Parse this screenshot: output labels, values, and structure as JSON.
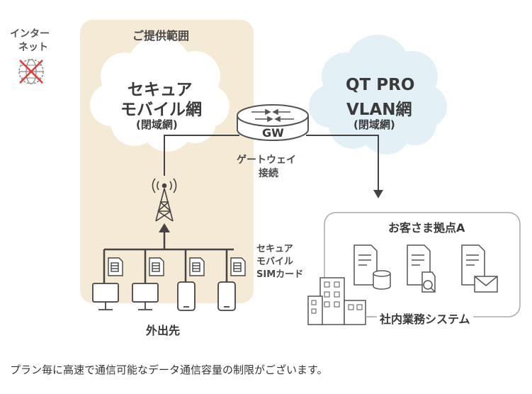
{
  "internet": {
    "label_line1": "インター",
    "label_line2": "ネット"
  },
  "provided_scope": {
    "label": "ご提供範囲"
  },
  "secure_mobile_cloud": {
    "line1": "セキュア",
    "line2": "モバイル網",
    "line3": "(閉域網)"
  },
  "qtpro_cloud": {
    "line1": "QT PRO",
    "line2": "VLAN網",
    "line3": "(閉域網)"
  },
  "gateway": {
    "label": "GW",
    "caption_line1": "ゲートウェイ",
    "caption_line2": "接続"
  },
  "sim_card": {
    "line1": "セキュア",
    "line2": "モバイル",
    "line3": "SIMカード"
  },
  "field_label": "外出先",
  "branch": {
    "title": "お客さま拠点A",
    "system_label": "社内業務システム"
  },
  "footer_note": "プラン毎に高速で通信可能なデータ通信容量の制限がございます。",
  "colors": {
    "scope_bg": "#f4ead6",
    "cloud_white": "#ffffff",
    "cloud_blue": "#e3f1f6",
    "line": "#444444",
    "border_light": "#aaaaaa",
    "cross_red": "#e03a3a"
  }
}
